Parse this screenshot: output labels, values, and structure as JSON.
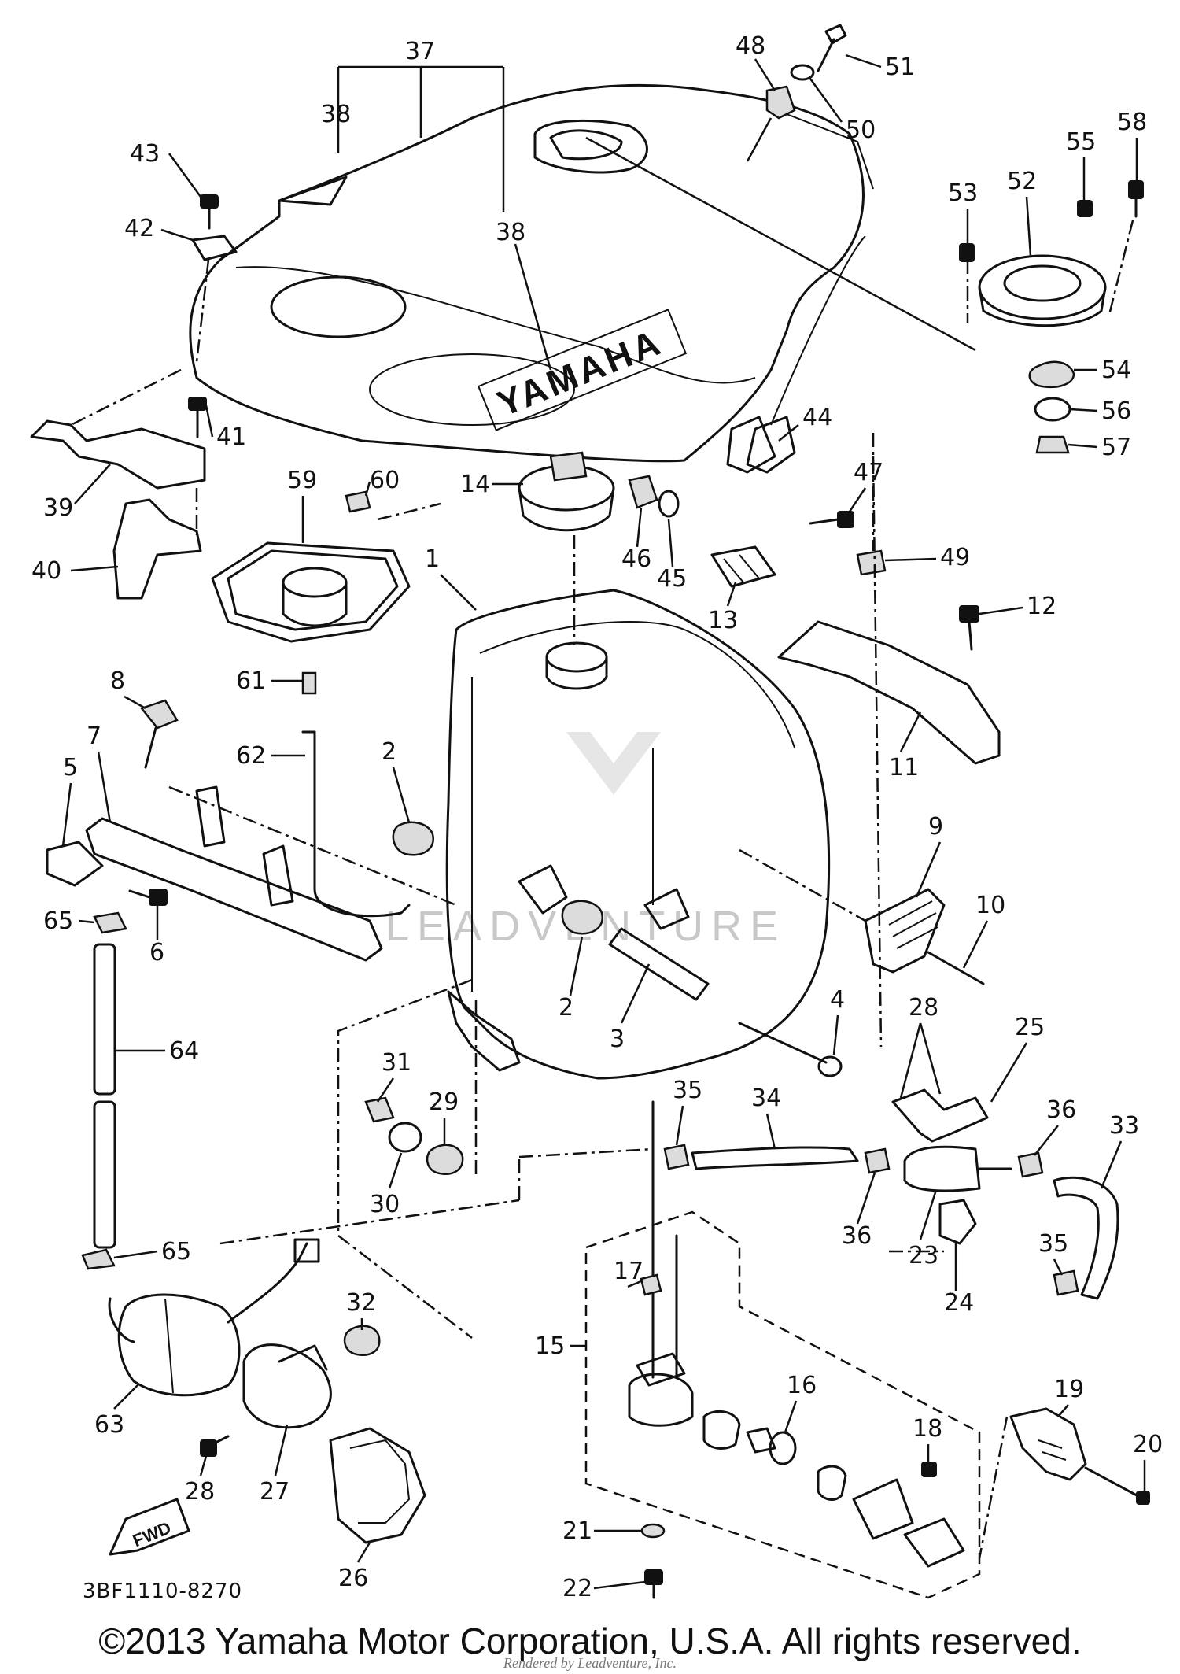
{
  "diagram": {
    "part_code": "3BF1110-8270",
    "copyright": "©2013 Yamaha Motor Corporation, U.S.A. All rights reserved.",
    "rendered_by": "Rendered by Leadventure, Inc.",
    "watermark": "LEADVENTURE",
    "brand_decal": "YAMAHA",
    "direction_label": "FWD",
    "callouts": [
      "1",
      "2",
      "2",
      "3",
      "4",
      "5",
      "6",
      "7",
      "8",
      "9",
      "10",
      "11",
      "12",
      "13",
      "14",
      "15",
      "16",
      "17",
      "18",
      "19",
      "20",
      "21",
      "22",
      "23",
      "24",
      "25",
      "26",
      "27",
      "28",
      "28",
      "29",
      "30",
      "31",
      "32",
      "33",
      "34",
      "35",
      "35",
      "36",
      "36",
      "37",
      "38",
      "38",
      "39",
      "40",
      "41",
      "42",
      "43",
      "44",
      "45",
      "46",
      "47",
      "48",
      "49",
      "50",
      "51",
      "52",
      "53",
      "54",
      "55",
      "56",
      "57",
      "58",
      "59",
      "60",
      "61",
      "62",
      "63",
      "64",
      "65",
      "65"
    ]
  }
}
